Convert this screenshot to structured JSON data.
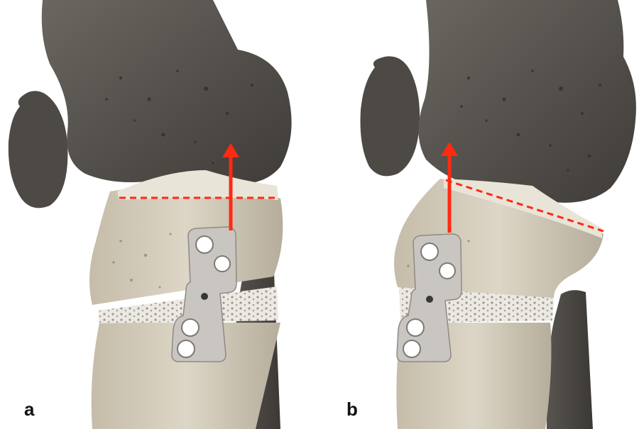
{
  "panels": [
    {
      "label": "a",
      "tilt": "neutral"
    },
    {
      "label": "b",
      "tilt": "posterior slope"
    }
  ],
  "colors": {
    "femur": "#5c5853",
    "tibia": "#d8d0bf",
    "fibula": "#4c4945",
    "plate": "#c9c6c2",
    "cancellous": "#e7e5df",
    "arrow": "#ff2a12",
    "background": "#ffffff"
  }
}
